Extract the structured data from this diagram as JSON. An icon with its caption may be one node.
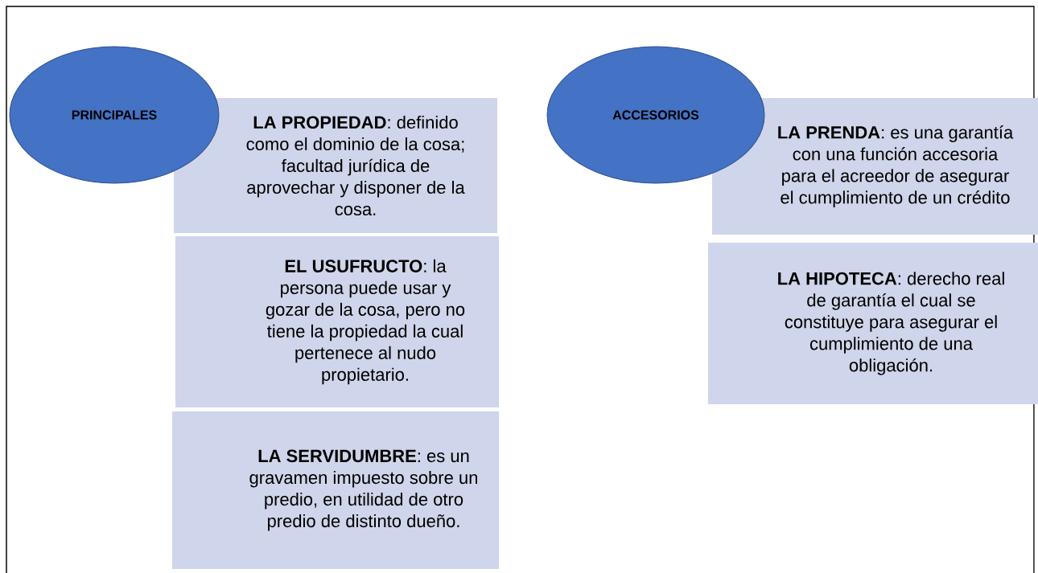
{
  "diagram": {
    "nodes": [
      {
        "text": [
          "PRINCIPALES"
        ]
      },
      {
        "text": [
          "**LA PROPIEDAD**: definido como el dominio de la cosa; facultad jurídica de aprovechar y disponer de la cosa."
        ]
      },
      {
        "text": [
          "**EL USUFRUCTO**: la persona puede usar y gozar de la cosa, pero no tiene la propiedad la cual pertenece al nudo propietario."
        ]
      },
      {
        "text": [
          "**LA SERVIDUMBRE**: es un gravamen impuesto sobre un predio, en utilidad de otro predio de distinto dueño."
        ]
      },
      {
        "text": [
          "ACCESORIOS"
        ]
      },
      {
        "text": [
          "**LA PRENDA**: es una garantía con una función accesoria para el acreedor de asegurar el cumplimiento de un crédito"
        ]
      },
      {
        "text": [
          "**LA HIPOTECA**: derecho real de garantía el cual se constituye para asegurar el cumplimiento de una obligación."
        ]
      }
    ]
  }
}
